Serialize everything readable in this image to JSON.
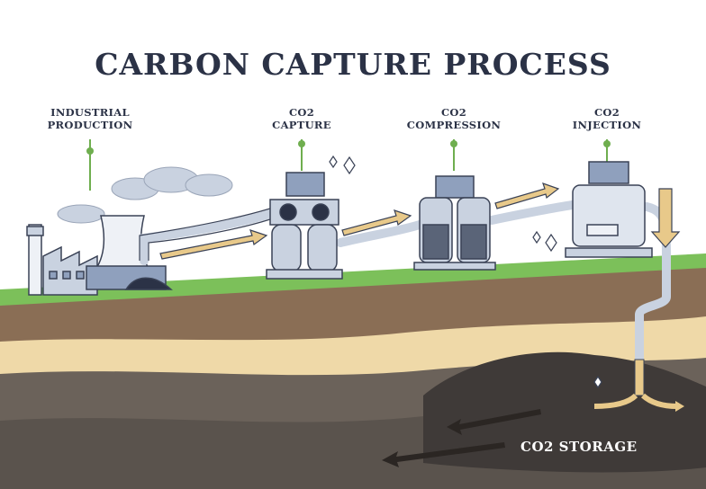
{
  "title": "CARBON CAPTURE PROCESS",
  "stages": [
    {
      "line1": "INDUSTRIAL",
      "line2": "PRODUCTION"
    },
    {
      "line1": "CO2",
      "line2": "CAPTURE"
    },
    {
      "line1": "CO2",
      "line2": "COMPRESSION"
    },
    {
      "line1": "CO2",
      "line2": "INJECTION"
    }
  ],
  "storage_label": "CO2 STORAGE",
  "colors": {
    "title": "#2b3246",
    "grass": "#7cc05a",
    "soil_brown": "#8a6e55",
    "sand": "#efd9a8",
    "rock_dark": "#4a4440",
    "arrow": "#e8c98a",
    "machine": "#c9d2e0",
    "pin": "#6fae4f"
  }
}
